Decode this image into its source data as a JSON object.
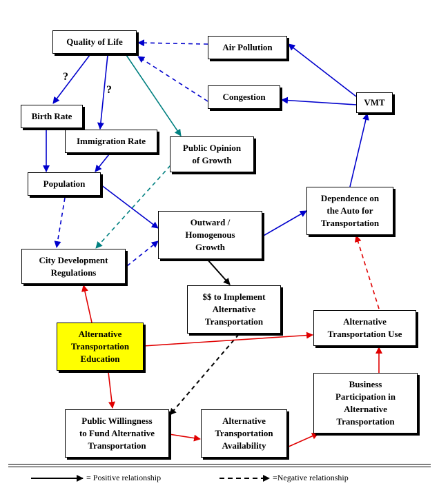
{
  "diagram": {
    "nodes": [
      {
        "id": "quality",
        "label": "Quality of Life"
      },
      {
        "id": "air",
        "label": "Air Pollution"
      },
      {
        "id": "congestion",
        "label": "Congestion"
      },
      {
        "id": "vmt",
        "label": "VMT"
      },
      {
        "id": "birth",
        "label": "Birth Rate"
      },
      {
        "id": "immigration",
        "label": "Immigration Rate"
      },
      {
        "id": "opinion",
        "label": "Public Opinion\nof Growth"
      },
      {
        "id": "population",
        "label": "Population"
      },
      {
        "id": "dependence",
        "label": "Dependence on\nthe Auto for\nTransportation"
      },
      {
        "id": "outward",
        "label": "Outward /\nHomogenous\nGrowth"
      },
      {
        "id": "citydev",
        "label": "City Development\nRegulations"
      },
      {
        "id": "funds",
        "label": "$$ to Implement\nAlternative\nTransportation"
      },
      {
        "id": "education",
        "label": "Alternative\nTransportation\nEducation"
      },
      {
        "id": "altuse",
        "label": "Alternative\nTransportation Use"
      },
      {
        "id": "business",
        "label": "Business\nParticipation in\nAlternative\nTransportation"
      },
      {
        "id": "willingness",
        "label": "Public Willingness\nto Fund Alternative\nTransportation"
      },
      {
        "id": "availability",
        "label": "Alternative\nTransportation\nAvailability"
      }
    ],
    "question_mark": "?",
    "colors": {
      "blue": "#0000cc",
      "teal": "#008080",
      "red": "#e00000",
      "black": "#000000",
      "highlight": "#ffff00"
    },
    "edges": [
      {
        "from": "air",
        "to": "quality",
        "kind": "negative",
        "color": "blue"
      },
      {
        "from": "congestion",
        "to": "quality",
        "kind": "negative",
        "color": "blue"
      },
      {
        "from": "vmt",
        "to": "air",
        "kind": "positive",
        "color": "blue"
      },
      {
        "from": "vmt",
        "to": "congestion",
        "kind": "positive",
        "color": "blue"
      },
      {
        "from": "quality",
        "to": "birth",
        "kind": "positive",
        "color": "blue"
      },
      {
        "from": "quality",
        "to": "immigration",
        "kind": "positive",
        "color": "blue"
      },
      {
        "from": "quality",
        "to": "opinion",
        "kind": "positive",
        "color": "teal"
      },
      {
        "from": "birth",
        "to": "population",
        "kind": "positive",
        "color": "blue"
      },
      {
        "from": "immigration",
        "to": "population",
        "kind": "positive",
        "color": "blue"
      },
      {
        "from": "population",
        "to": "outward",
        "kind": "positive",
        "color": "blue"
      },
      {
        "from": "population",
        "to": "citydev",
        "kind": "negative",
        "color": "blue"
      },
      {
        "from": "opinion",
        "to": "citydev",
        "kind": "negative",
        "color": "teal"
      },
      {
        "from": "citydev",
        "to": "outward",
        "kind": "negative",
        "color": "blue"
      },
      {
        "from": "outward",
        "to": "dependence",
        "kind": "positive",
        "color": "blue"
      },
      {
        "from": "dependence",
        "to": "vmt",
        "kind": "positive",
        "color": "blue"
      },
      {
        "from": "outward",
        "to": "funds",
        "kind": "positive",
        "color": "black"
      },
      {
        "from": "funds",
        "to": "willingness",
        "kind": "negative",
        "color": "black"
      },
      {
        "from": "education",
        "to": "citydev",
        "kind": "positive",
        "color": "red"
      },
      {
        "from": "education",
        "to": "altuse",
        "kind": "positive",
        "color": "red"
      },
      {
        "from": "education",
        "to": "willingness",
        "kind": "positive",
        "color": "red"
      },
      {
        "from": "willingness",
        "to": "availability",
        "kind": "positive",
        "color": "red"
      },
      {
        "from": "availability",
        "to": "business",
        "kind": "positive",
        "color": "red"
      },
      {
        "from": "business",
        "to": "altuse",
        "kind": "positive",
        "color": "red"
      },
      {
        "from": "altuse",
        "to": "dependence",
        "kind": "negative",
        "color": "red"
      }
    ]
  },
  "legend": {
    "positive": "= Positive relationship",
    "negative": "=Negative relationship"
  }
}
